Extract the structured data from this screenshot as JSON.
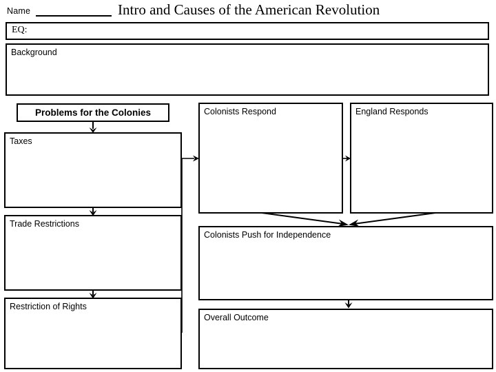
{
  "header": {
    "name_label": "Name",
    "name_blank": "____________",
    "title": "Intro and Causes of the American Revolution"
  },
  "boxes": {
    "eq": {
      "label": "EQ:",
      "value": ""
    },
    "background": {
      "label": "Background",
      "value": ""
    },
    "problems_heading": {
      "label": "Problems for the Colonies"
    },
    "taxes": {
      "label": "Taxes",
      "value": ""
    },
    "trade_restrictions": {
      "label": "Trade Restrictions",
      "value": ""
    },
    "restriction_of_rights": {
      "label": "Restriction of Rights",
      "value": ""
    },
    "colonists_respond": {
      "label": "Colonists Respond",
      "value": ""
    },
    "england_responds": {
      "label": "England Responds",
      "value": ""
    },
    "push_for_independence": {
      "label": "Colonists Push for Independence",
      "value": ""
    },
    "overall_outcome": {
      "label": "Overall Outcome",
      "value": ""
    }
  },
  "connectors": [
    {
      "name": "problems-to-taxes",
      "from": "problems_heading",
      "to": "taxes",
      "direction": "down"
    },
    {
      "name": "taxes-to-trade",
      "from": "taxes",
      "to": "trade_restrictions",
      "direction": "down"
    },
    {
      "name": "trade-to-rights",
      "from": "trade_restrictions",
      "to": "restriction_of_rights",
      "direction": "down"
    },
    {
      "name": "problems-to-colonists-respond",
      "from": "restriction_of_rights",
      "to": "colonists_respond",
      "direction": "right-elbow"
    },
    {
      "name": "colonists-respond-to-england-responds",
      "from": "colonists_respond",
      "to": "england_responds",
      "direction": "right"
    },
    {
      "name": "colonists-respond-to-push",
      "from": "colonists_respond",
      "to": "push_for_independence",
      "direction": "diagonal-down-right"
    },
    {
      "name": "england-responds-to-push",
      "from": "england_responds",
      "to": "push_for_independence",
      "direction": "diagonal-down-left"
    },
    {
      "name": "push-to-outcome",
      "from": "push_for_independence",
      "to": "overall_outcome",
      "direction": "down"
    }
  ],
  "colors": {
    "ink": "#000000",
    "paper": "#ffffff"
  }
}
